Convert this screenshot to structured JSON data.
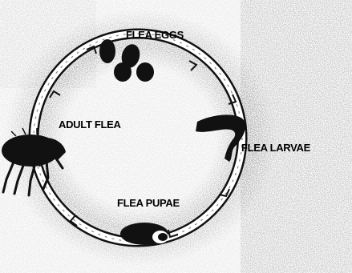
{
  "diagram": {
    "stages": {
      "eggs": "FLEA EGGS",
      "larvae": "FLEA LARVAE",
      "pupae": "FLEA PUPAE",
      "adult": "ADULT FLEA"
    }
  }
}
